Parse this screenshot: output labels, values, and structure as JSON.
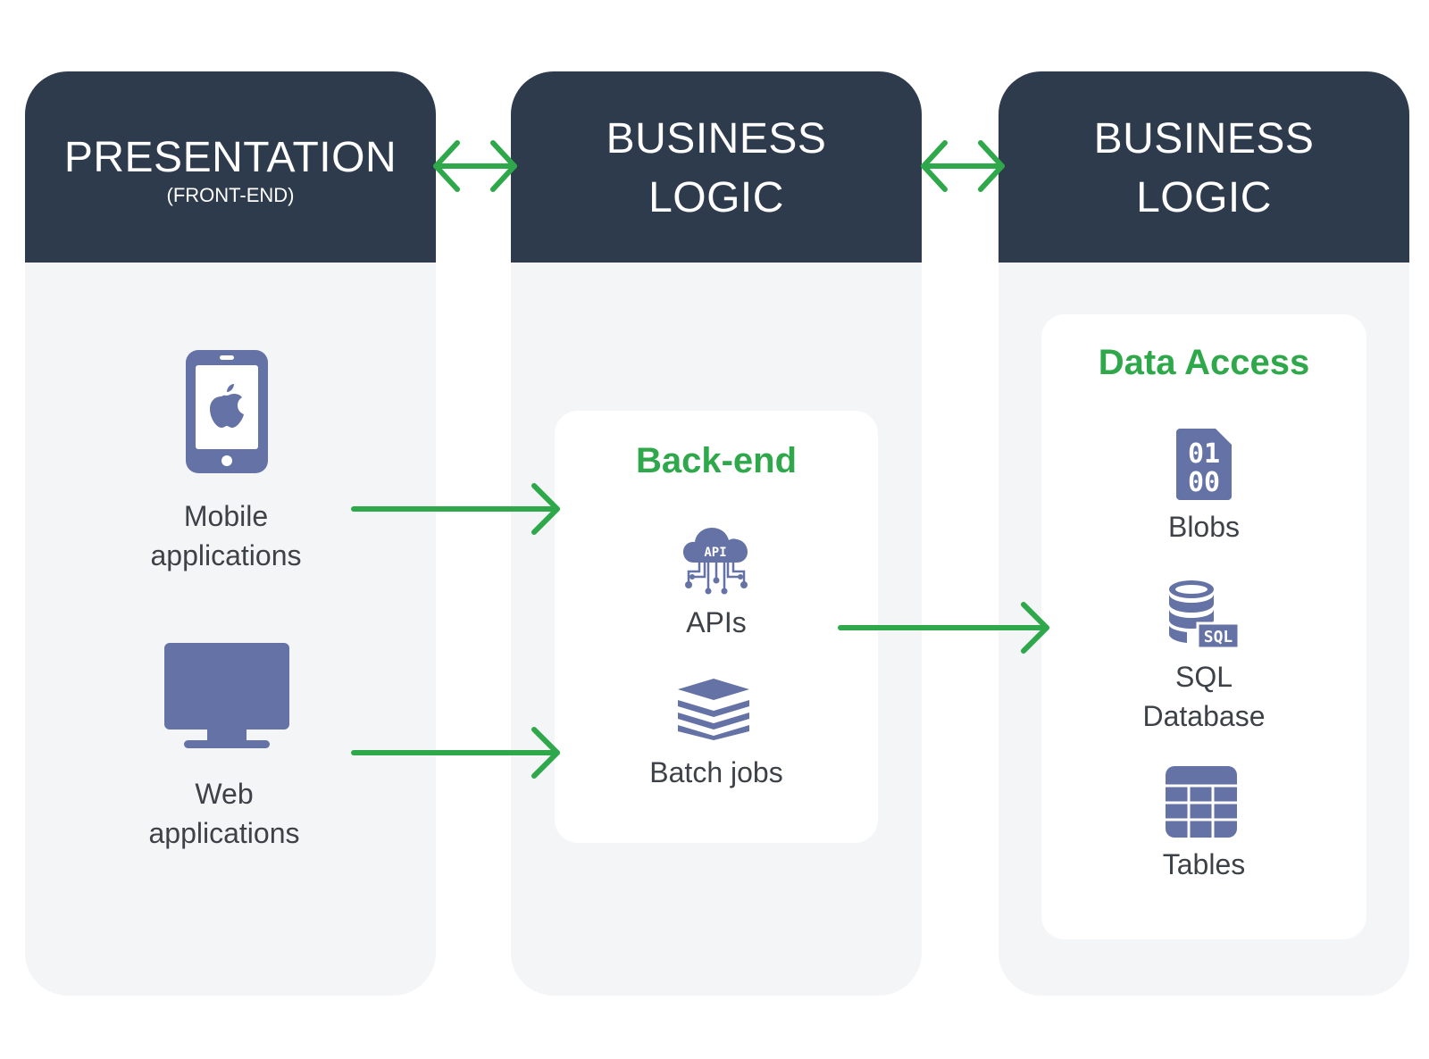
{
  "columns": [
    {
      "title": "PRESENTATION",
      "subtitle": "(FRONT-END)",
      "items": [
        {
          "label_line1": "Mobile",
          "label_line2": "applications",
          "icon": "smartphone-apple-icon"
        },
        {
          "label_line1": "Web",
          "label_line2": "applications",
          "icon": "monitor-icon"
        }
      ]
    },
    {
      "title_line1": "BUSINESS",
      "title_line2": "LOGIC",
      "box_title": "Back-end",
      "items": [
        {
          "label": "APIs",
          "icon": "api-cloud-icon"
        },
        {
          "label": "Batch jobs",
          "icon": "layers-stack-icon"
        }
      ]
    },
    {
      "title_line1": "BUSINESS",
      "title_line2": "LOGIC",
      "box_title": "Data Access",
      "items": [
        {
          "label": "Blobs",
          "icon": "binary-file-icon",
          "icon_text_1": "01",
          "icon_text_2": "00"
        },
        {
          "label_line1": "SQL",
          "label_line2": "Database",
          "icon": "sql-database-icon",
          "icon_text": "SQL"
        },
        {
          "label": "Tables",
          "icon": "table-grid-icon"
        }
      ]
    }
  ],
  "colors": {
    "header": "#2e3b4d",
    "panel": "#f4f5f7",
    "accent": "#2ea84a",
    "icon": "#6472a5",
    "text": "#3d4148"
  }
}
